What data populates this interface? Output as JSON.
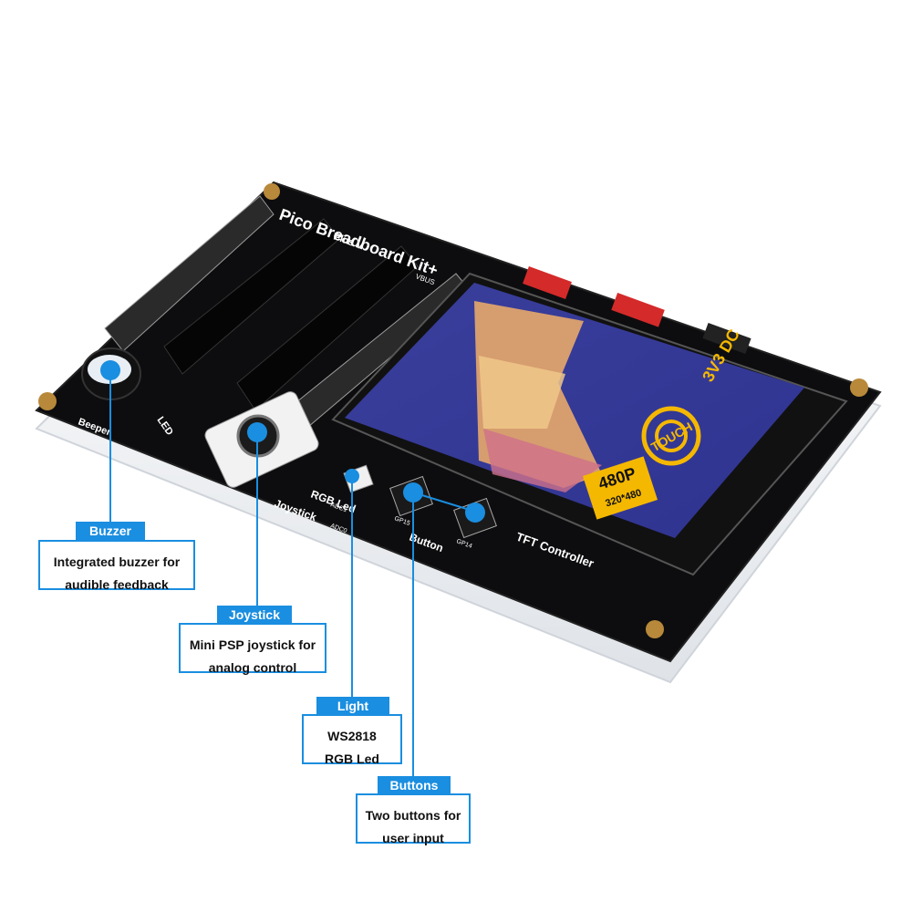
{
  "board_printed_text": {
    "title": "Pico Breadboard Kit+",
    "subtitle": "Plus V",
    "beeper": "Beeper",
    "led": "LED",
    "rgb_led": "RGB Led",
    "joystick": "Joystick",
    "adc1": "ADC1",
    "adc0": "ADC0",
    "button": "Button",
    "gp14": "GP14",
    "gp15": "GP15",
    "tft_controller": "TFT Controller",
    "vbus": "VBUS",
    "res_480p": "480P",
    "res_dims": "320*480",
    "touch": "TOUCH",
    "dc": "3V3 DC"
  },
  "callouts": [
    {
      "name": "buzzer",
      "tag": "Buzzer",
      "lines": [
        "Integrated buzzer for",
        "audible feedback"
      ]
    },
    {
      "name": "joystick",
      "tag": "Joystick",
      "lines": [
        "Mini PSP joystick for",
        "analog control"
      ]
    },
    {
      "name": "light",
      "tag": "Light",
      "lines": [
        "WS2818",
        "RGB Led"
      ]
    },
    {
      "name": "buttons",
      "tag": "Buttons",
      "lines": [
        "Two buttons for",
        "user input"
      ]
    }
  ],
  "colors": {
    "accent": "#1a8ee0",
    "board": "#0d0d0f",
    "screen_bg": "#3b3f9a",
    "header_red": "#d42a2a",
    "badge_gold": "#f5b800"
  }
}
